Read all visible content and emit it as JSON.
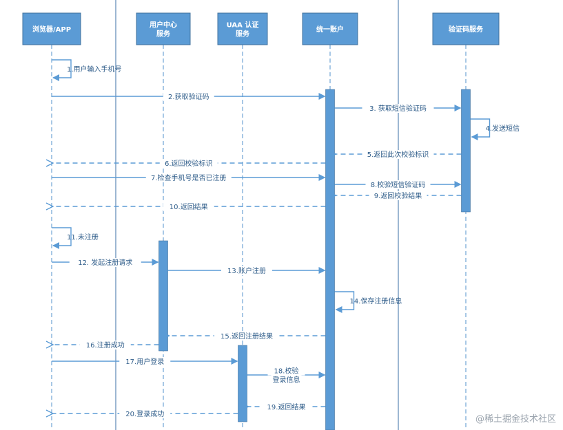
{
  "actors": [
    {
      "id": "browser",
      "label_lines": [
        "浏览器/APP"
      ]
    },
    {
      "id": "user_center",
      "label_lines": [
        "用户中心",
        "服务"
      ]
    },
    {
      "id": "uaa",
      "label_lines": [
        "UAA 认证",
        "服务"
      ]
    },
    {
      "id": "account",
      "label_lines": [
        "统一账户"
      ]
    },
    {
      "id": "sms",
      "label_lines": [
        "验证码服务"
      ]
    }
  ],
  "messages": [
    {
      "id": "m1",
      "from": "browser",
      "to": "browser",
      "label": "1.用户输入手机号",
      "style": "self"
    },
    {
      "id": "m2",
      "from": "browser",
      "to": "account",
      "label": "2.获取验证码",
      "style": "solid"
    },
    {
      "id": "m3",
      "from": "account",
      "to": "sms",
      "label": "3. 获取短信验证码",
      "style": "solid"
    },
    {
      "id": "m4",
      "from": "sms",
      "to": "sms",
      "label": "4.发送短信",
      "style": "self"
    },
    {
      "id": "m5",
      "from": "sms",
      "to": "account",
      "label": "5.返回此次校验标识",
      "style": "dashed"
    },
    {
      "id": "m6",
      "from": "account",
      "to": "browser",
      "label": "6.返回校验标识",
      "style": "dashed"
    },
    {
      "id": "m7",
      "from": "browser",
      "to": "account",
      "label": "7.检查手机号是否已注册",
      "style": "solid"
    },
    {
      "id": "m8",
      "from": "account",
      "to": "sms",
      "label": "8.校验短信验证码",
      "style": "solid"
    },
    {
      "id": "m9",
      "from": "sms",
      "to": "account",
      "label": "9.返回校验结果",
      "style": "dashed"
    },
    {
      "id": "m10",
      "from": "account",
      "to": "browser",
      "label": "10.返回结果",
      "style": "dashed"
    },
    {
      "id": "m11",
      "from": "browser",
      "to": "browser",
      "label": "11.未注册",
      "style": "self"
    },
    {
      "id": "m12",
      "from": "browser",
      "to": "user_center",
      "label": "12. 发起注册请求",
      "style": "solid"
    },
    {
      "id": "m13",
      "from": "user_center",
      "to": "account",
      "label": "13.账户注册",
      "style": "solid"
    },
    {
      "id": "m14",
      "from": "account",
      "to": "account",
      "label": "14.保存注册信息",
      "style": "self"
    },
    {
      "id": "m15",
      "from": "account",
      "to": "user_center",
      "label": "15.返回注册结果",
      "style": "dashed"
    },
    {
      "id": "m16",
      "from": "user_center",
      "to": "browser",
      "label": "16.注册成功",
      "style": "dashed"
    },
    {
      "id": "m17",
      "from": "browser",
      "to": "uaa",
      "label": "17.用户登录",
      "style": "solid"
    },
    {
      "id": "m18",
      "from": "uaa",
      "to": "account",
      "label_lines": [
        "18.校验",
        "登录信息"
      ],
      "style": "solid"
    },
    {
      "id": "m19",
      "from": "account",
      "to": "uaa",
      "label": "19.返回结果",
      "style": "dashed"
    },
    {
      "id": "m20",
      "from": "uaa",
      "to": "browser",
      "label": "20.登录成功",
      "style": "dashed"
    }
  ],
  "watermark": "@稀土掘金技术社区",
  "colors": {
    "actor_box": "#5b9bd5",
    "actor_border": "#41719c",
    "lifeline": "#6fa3d4",
    "activation": "#5b9bd5",
    "arrow": "#5b9bd5",
    "text": "#2f5d8a"
  }
}
